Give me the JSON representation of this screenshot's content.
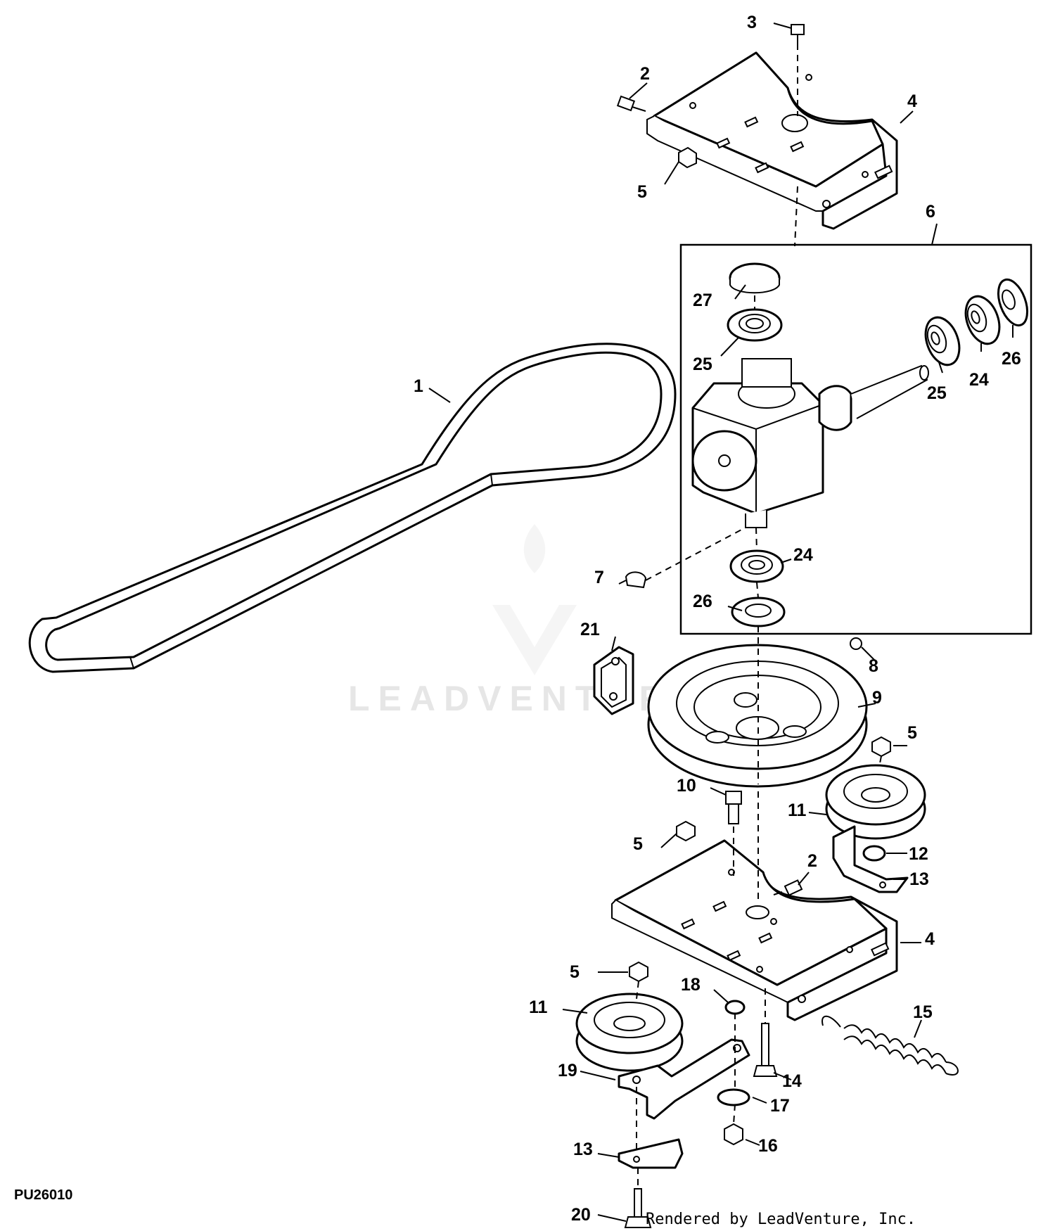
{
  "diagram_code": "PU26010",
  "footer": "Rendered by LeadVenture, Inc.",
  "watermark": "LEADVENTURE",
  "callouts": {
    "c1": "1",
    "c2_top": "2",
    "c2_mid": "2",
    "c3": "3",
    "c4_top": "4",
    "c4_bottom": "4",
    "c5_top": "5",
    "c5_right": "5",
    "c5_mid": "5",
    "c5_bottom": "5",
    "c6": "6",
    "c7": "7",
    "c8": "8",
    "c9": "9",
    "c10": "10",
    "c11_right": "11",
    "c11_left": "11",
    "c12": "12",
    "c13_right": "13",
    "c13_bottom": "13",
    "c14": "14",
    "c15": "15",
    "c16": "16",
    "c17": "17",
    "c18": "18",
    "c19": "19",
    "c20": "20",
    "c21": "21",
    "c24_right": "24",
    "c24_lower": "24",
    "c25_upper": "25",
    "c25_right": "25",
    "c26_right": "26",
    "c26_lower": "26",
    "c27": "27"
  }
}
